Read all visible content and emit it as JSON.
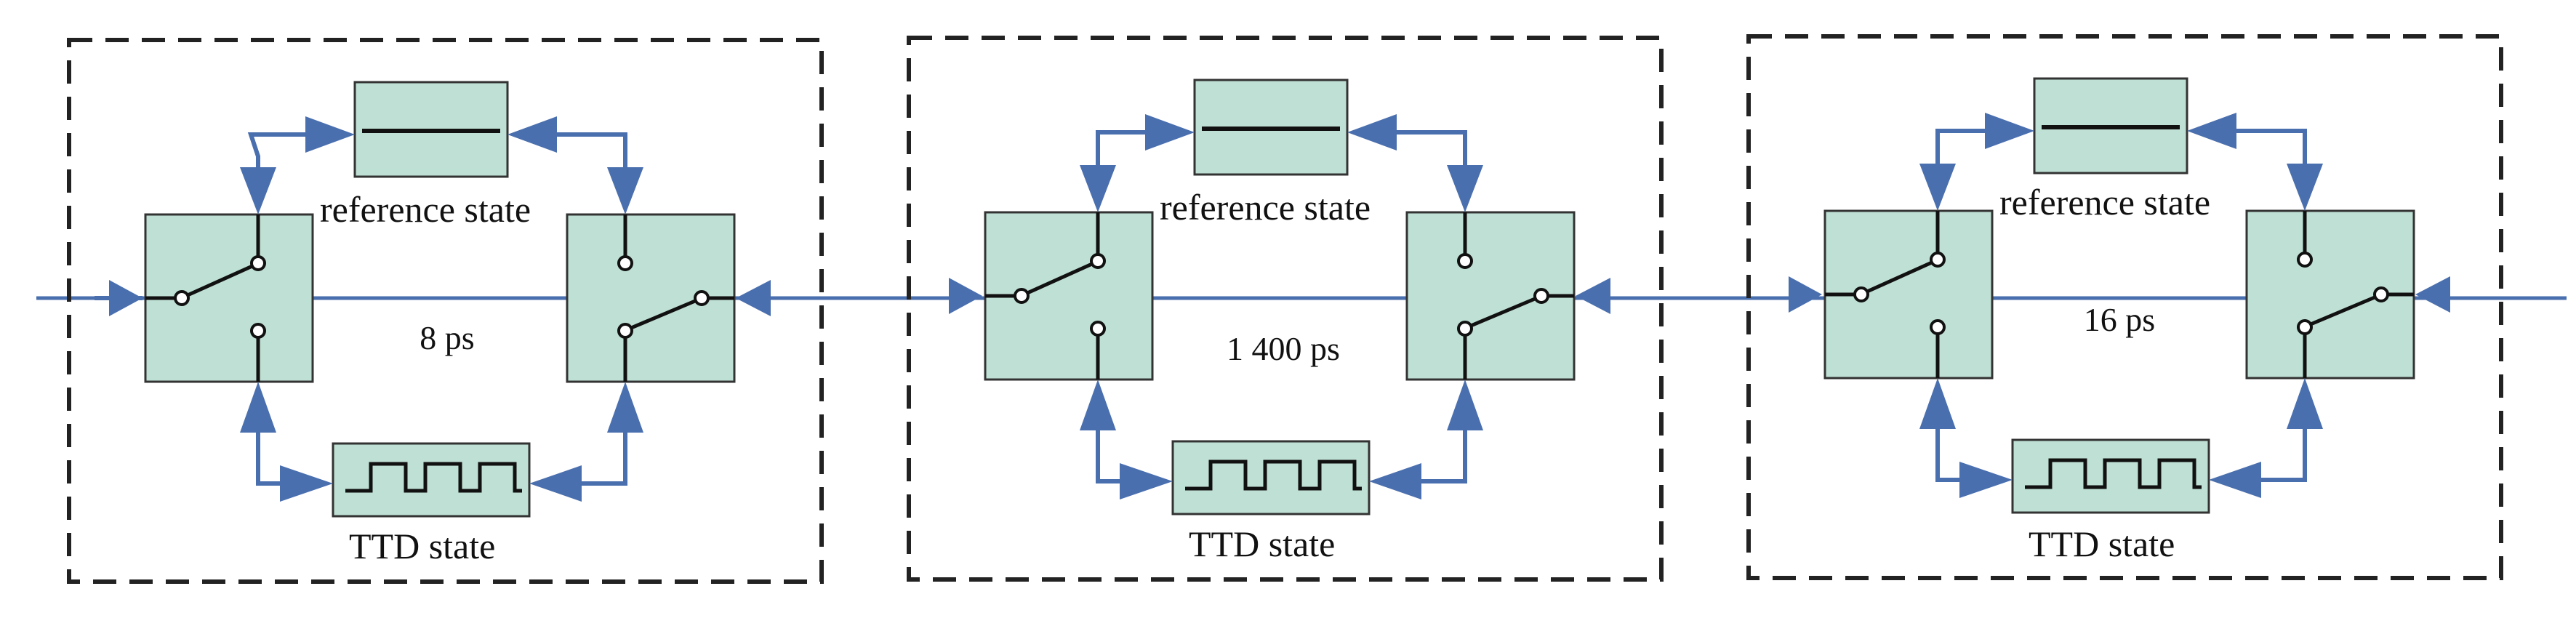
{
  "diagram": {
    "stages": [
      {
        "reference_label": "reference state",
        "ttd_label": "TTD state",
        "delay_label": "8 ps"
      },
      {
        "reference_label": "reference state",
        "ttd_label": "TTD state",
        "delay_label": "1 400 ps"
      },
      {
        "reference_label": "reference state",
        "ttd_label": "TTD state",
        "delay_label": "16 ps"
      }
    ],
    "colors": {
      "box_fill": "#bfe0d4",
      "box_stroke": "#333333",
      "arrow": "#4a6fae",
      "dash_border": "#222222",
      "switch_line": "#111111"
    },
    "icons": {
      "switch": "spdt-switch-icon",
      "reference": "reference-line-icon",
      "ttd": "square-wave-icon"
    }
  }
}
